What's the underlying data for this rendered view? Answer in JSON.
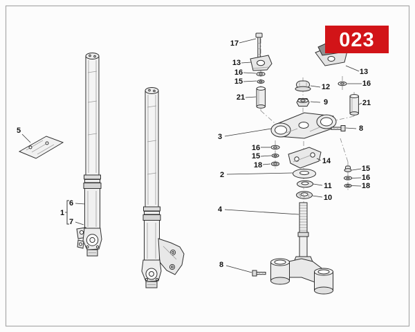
{
  "badge": {
    "text": "023"
  },
  "diagram": {
    "type": "exploded-parts-diagram",
    "subject": "front-fork-and-triple-clamp"
  },
  "callouts": {
    "1": "1",
    "2": "2",
    "3": "3",
    "4": "4",
    "5": "5",
    "6": "6",
    "7": "7",
    "8": "8",
    "9": "9",
    "10": "10",
    "11": "11",
    "12": "12",
    "13": "13",
    "14": "14",
    "15": "15",
    "16": "16",
    "17": "17",
    "18": "18",
    "21": "21"
  }
}
